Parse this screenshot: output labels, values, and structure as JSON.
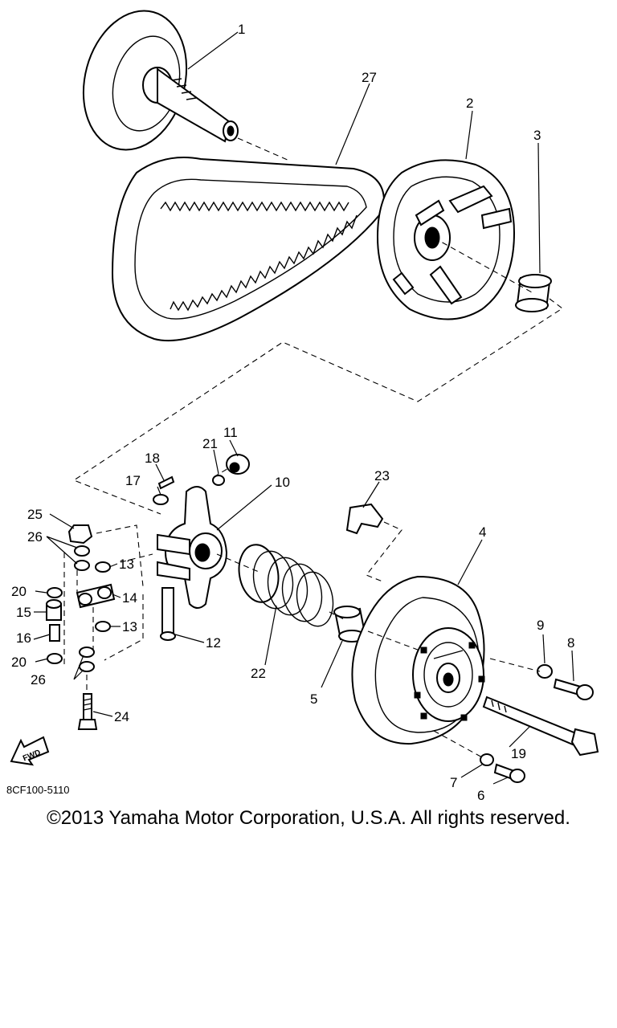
{
  "diagram": {
    "callouts": [
      "1",
      "2",
      "3",
      "4",
      "5",
      "6",
      "7",
      "8",
      "9",
      "10",
      "11",
      "12",
      "13",
      "13",
      "14",
      "15",
      "16",
      "17",
      "18",
      "19",
      "20",
      "20",
      "21",
      "22",
      "23",
      "24",
      "25",
      "26",
      "26",
      "27"
    ],
    "drawing_code": "8CF100-5110",
    "fwd_label": "FWD"
  },
  "footer": {
    "copyright": "©2013 Yamaha Motor Corporation, U.S.A. All rights reserved."
  }
}
